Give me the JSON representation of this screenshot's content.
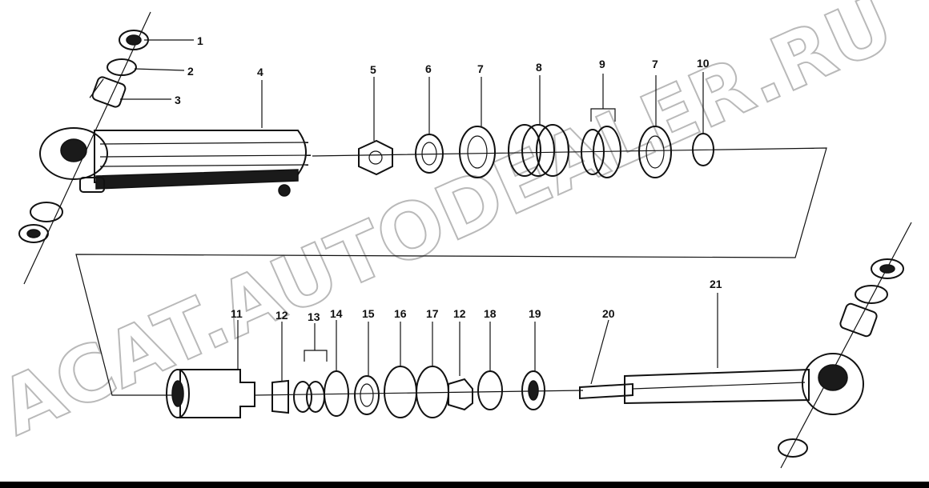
{
  "watermark": "ACAT.AUTODEALER.RU",
  "callouts": [
    "1",
    "2",
    "3",
    "4",
    "5",
    "6",
    "7",
    "8",
    "9",
    "7",
    "10",
    "11",
    "12",
    "13",
    "14",
    "15",
    "16",
    "17",
    "12",
    "18",
    "19",
    "20",
    "21"
  ]
}
